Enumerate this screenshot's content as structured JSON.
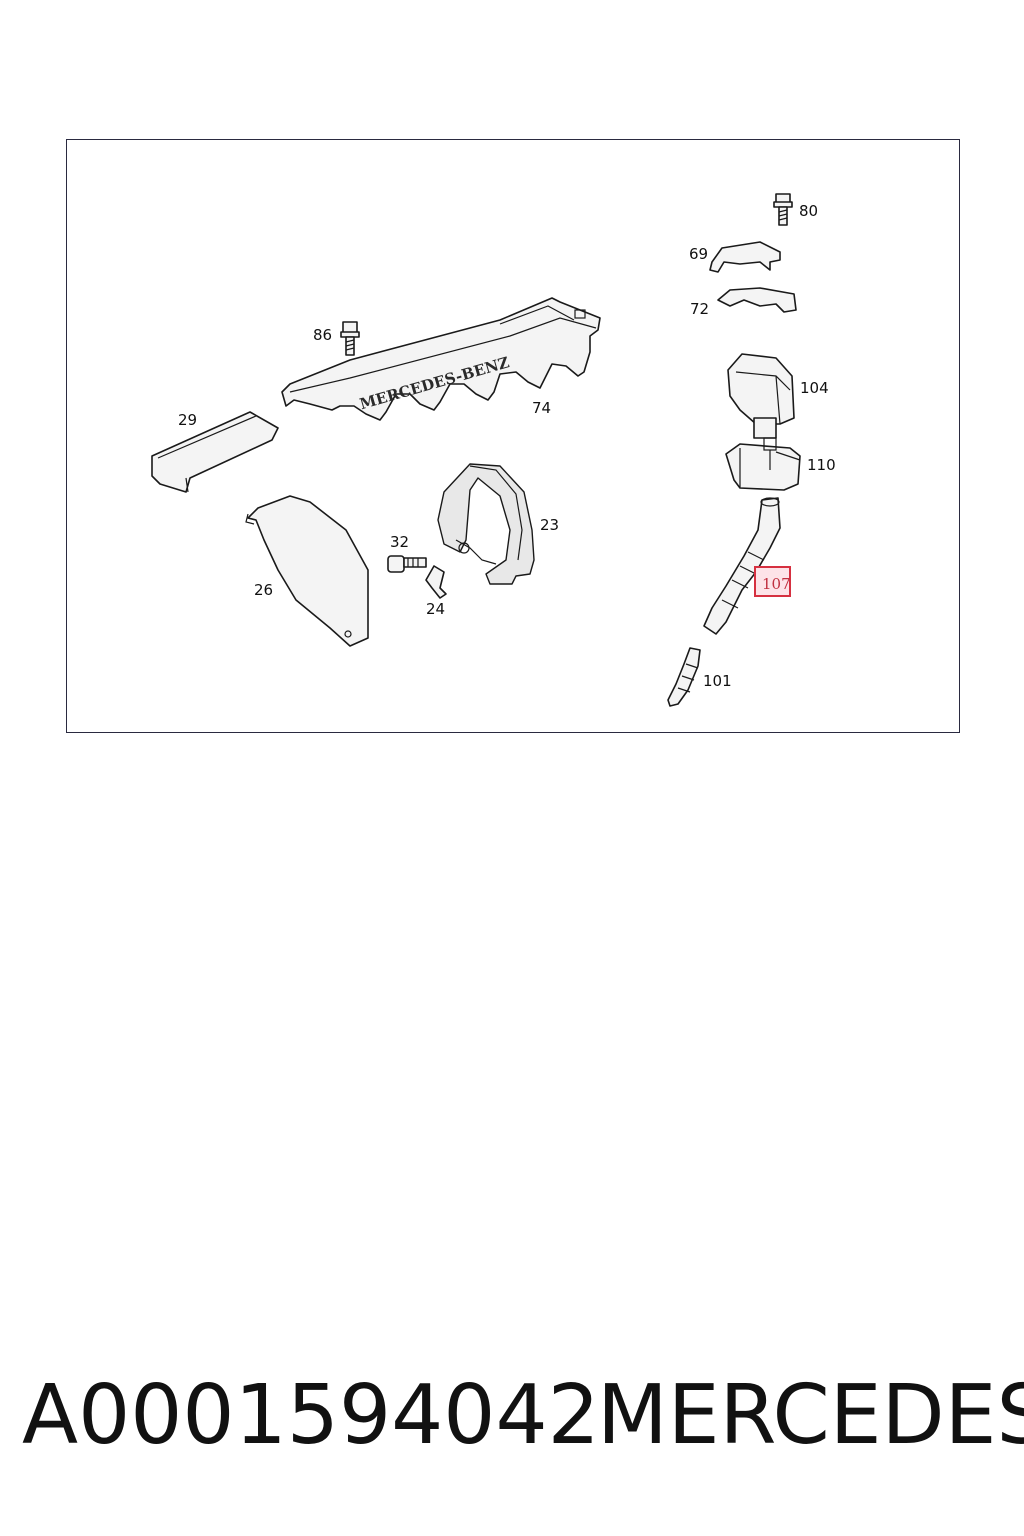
{
  "footer": {
    "part_number": "A0001594042",
    "brand": "MERCEDES"
  },
  "diagram": {
    "cover_text": "MERCEDES-BENZ",
    "highlight_color": "#d63040",
    "labels": {
      "p80": "80",
      "p69": "69",
      "p72": "72",
      "p86": "86",
      "p104": "104",
      "p74": "74",
      "p29": "29",
      "p110": "110",
      "p23": "23",
      "p32": "32",
      "p107": "107",
      "p26": "26",
      "p24": "24",
      "p101": "101"
    }
  }
}
